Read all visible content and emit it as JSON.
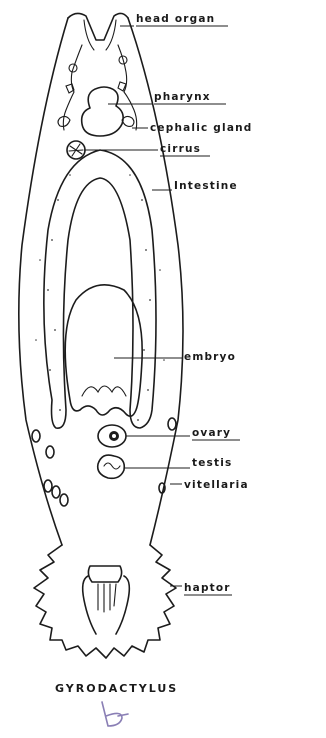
{
  "figure": {
    "labels": {
      "head_organ": "head organ",
      "pharynx": "pharynx",
      "cephalic_gland": "cephalic gland",
      "cirrus": "cirrus",
      "intestine": "Intestine",
      "embryo": "embryo",
      "ovary": "ovary",
      "testis": "testis",
      "vitellaria": "vitellaria",
      "haptor": "haptor"
    },
    "title": "GYRODACTYLUS",
    "handwritten_mark": "b",
    "colors": {
      "ink": "#1c1c1c",
      "handwriting": "#8a7fb5",
      "background": "#ffffff"
    }
  }
}
